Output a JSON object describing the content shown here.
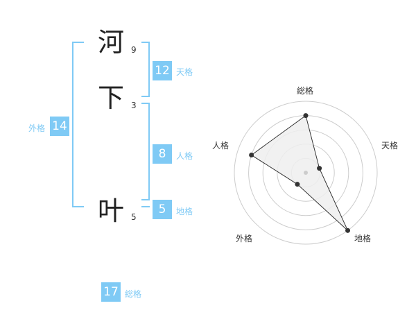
{
  "name_chars": [
    {
      "char": "河",
      "strokes": "9"
    },
    {
      "char": "下",
      "strokes": "3"
    },
    {
      "char": "叶",
      "strokes": "5"
    }
  ],
  "fortunes": {
    "tenkaku": {
      "value": "12",
      "label": "天格"
    },
    "jinkaku": {
      "value": "8",
      "label": "人格"
    },
    "chikaku": {
      "value": "5",
      "label": "地格"
    },
    "gaikaku": {
      "value": "14",
      "label": "外格"
    },
    "soukaku": {
      "value": "17",
      "label": "総格"
    }
  },
  "radar": {
    "axes": [
      "総格",
      "天格",
      "地格",
      "外格",
      "人格"
    ],
    "levels": 5,
    "values": [
      4,
      1,
      5,
      1,
      4
    ],
    "max": 5,
    "colors": {
      "fill": "#efefef",
      "stroke": "#333333",
      "grid": "#cccccc",
      "point": "#333333",
      "center": "#cccccc"
    }
  }
}
